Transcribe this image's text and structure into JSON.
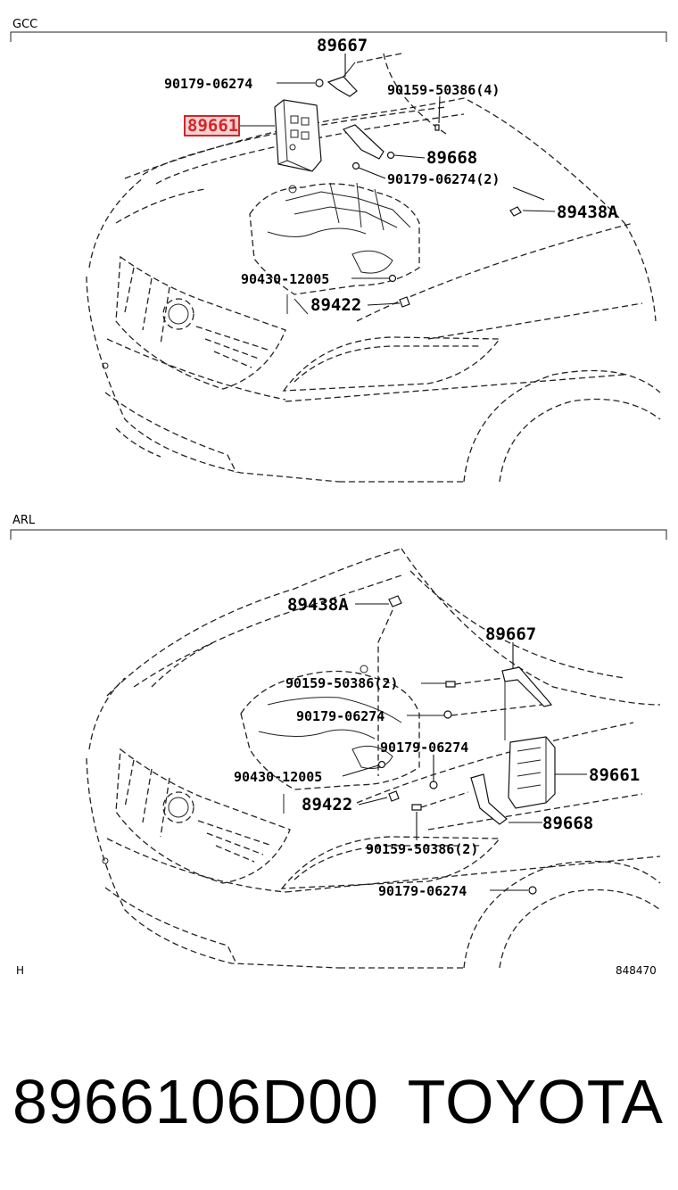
{
  "sections": [
    {
      "label": "GCC",
      "callouts": {
        "c1": "89667",
        "c2": "90179-06274",
        "c3": "90159-50386(4)",
        "c4": "89661",
        "c5": "89668",
        "c6": "90179-06274(2)",
        "c7": "89438A",
        "c8": "90430-12005",
        "c9": "89422"
      },
      "highlighted": "89661"
    },
    {
      "label": "ARL",
      "callouts": {
        "c1": "89438A",
        "c2": "89667",
        "c3": "90159-50386(2)",
        "c4": "90179-06274",
        "c5": "90179-06274",
        "c6": "90430-12005",
        "c7": "89661",
        "c8": "89422",
        "c9": "89668",
        "c10": "90159-50386(2)",
        "c11": "90179-06274"
      }
    }
  ],
  "footer": {
    "left": "H",
    "right": "848470"
  },
  "caption": {
    "part_number": "8966106D00",
    "brand": "TOYOTA"
  },
  "colors": {
    "highlight": "#d0272a",
    "highlight_fill": "#f6d0d0",
    "line": "#222222"
  }
}
